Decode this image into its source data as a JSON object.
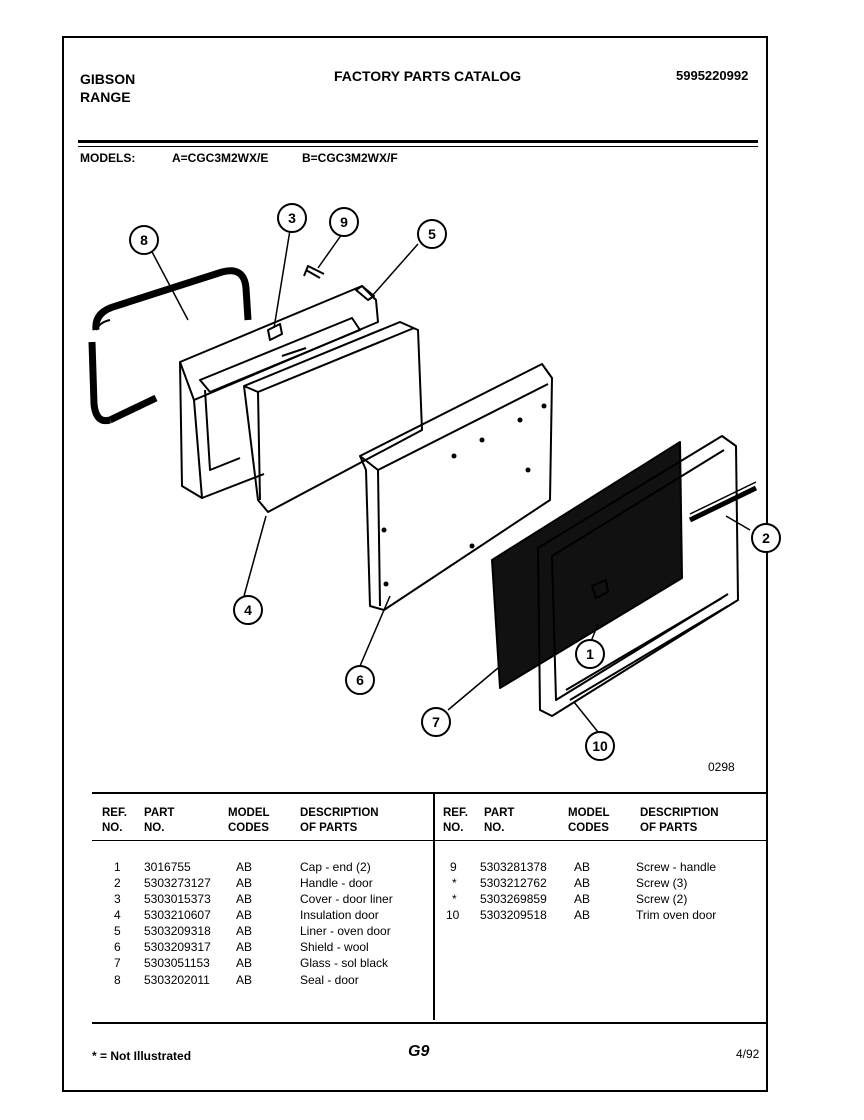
{
  "header": {
    "brand_line1": "GIBSON",
    "brand_line2": "RANGE",
    "catalog_title": "FACTORY PARTS CATALOG",
    "publication_number": "5995220992"
  },
  "models": {
    "label": "MODELS:",
    "model_a": "A=CGC3M2WX/E",
    "model_b": "B=CGC3M2WX/F"
  },
  "diagram": {
    "code": "0298",
    "callouts": [
      "8",
      "3",
      "9",
      "5",
      "4",
      "6",
      "2",
      "1",
      "7",
      "10"
    ]
  },
  "table": {
    "headers": {
      "ref": [
        "REF.",
        "NO."
      ],
      "part": [
        "PART",
        "NO."
      ],
      "model": [
        "MODEL",
        "CODES"
      ],
      "desc": [
        "DESCRIPTION",
        "OF PARTS"
      ]
    },
    "left_rows": [
      {
        "ref": "1",
        "part": "3016755",
        "codes": "AB",
        "desc": "Cap - end (2)"
      },
      {
        "ref": "2",
        "part": "5303273127",
        "codes": "AB",
        "desc": "Handle - door"
      },
      {
        "ref": "3",
        "part": "5303015373",
        "codes": "AB",
        "desc": "Cover - door liner"
      },
      {
        "ref": "4",
        "part": "5303210607",
        "codes": "AB",
        "desc": "Insulation door"
      },
      {
        "ref": "5",
        "part": "5303209318",
        "codes": "AB",
        "desc": "Liner - oven door"
      },
      {
        "ref": "6",
        "part": "5303209317",
        "codes": "AB",
        "desc": "Shield - wool"
      },
      {
        "ref": "7",
        "part": "5303051153",
        "codes": "AB",
        "desc": "Glass - sol black"
      },
      {
        "ref": "8",
        "part": "5303202011",
        "codes": "AB",
        "desc": "Seal - door"
      }
    ],
    "right_rows": [
      {
        "ref": "9",
        "part": "5303281378",
        "codes": "AB",
        "desc": "Screw - handle"
      },
      {
        "ref": "*",
        "part": "5303212762",
        "codes": "AB",
        "desc": "Screw (3)"
      },
      {
        "ref": "*",
        "part": "5303269859",
        "codes": "AB",
        "desc": "Screw (2)"
      },
      {
        "ref": "10",
        "part": "5303209518",
        "codes": "AB",
        "desc": "Trim oven door"
      }
    ]
  },
  "footer": {
    "footnote": "* = Not Illustrated",
    "page_code": "G9",
    "date": "4/92"
  }
}
